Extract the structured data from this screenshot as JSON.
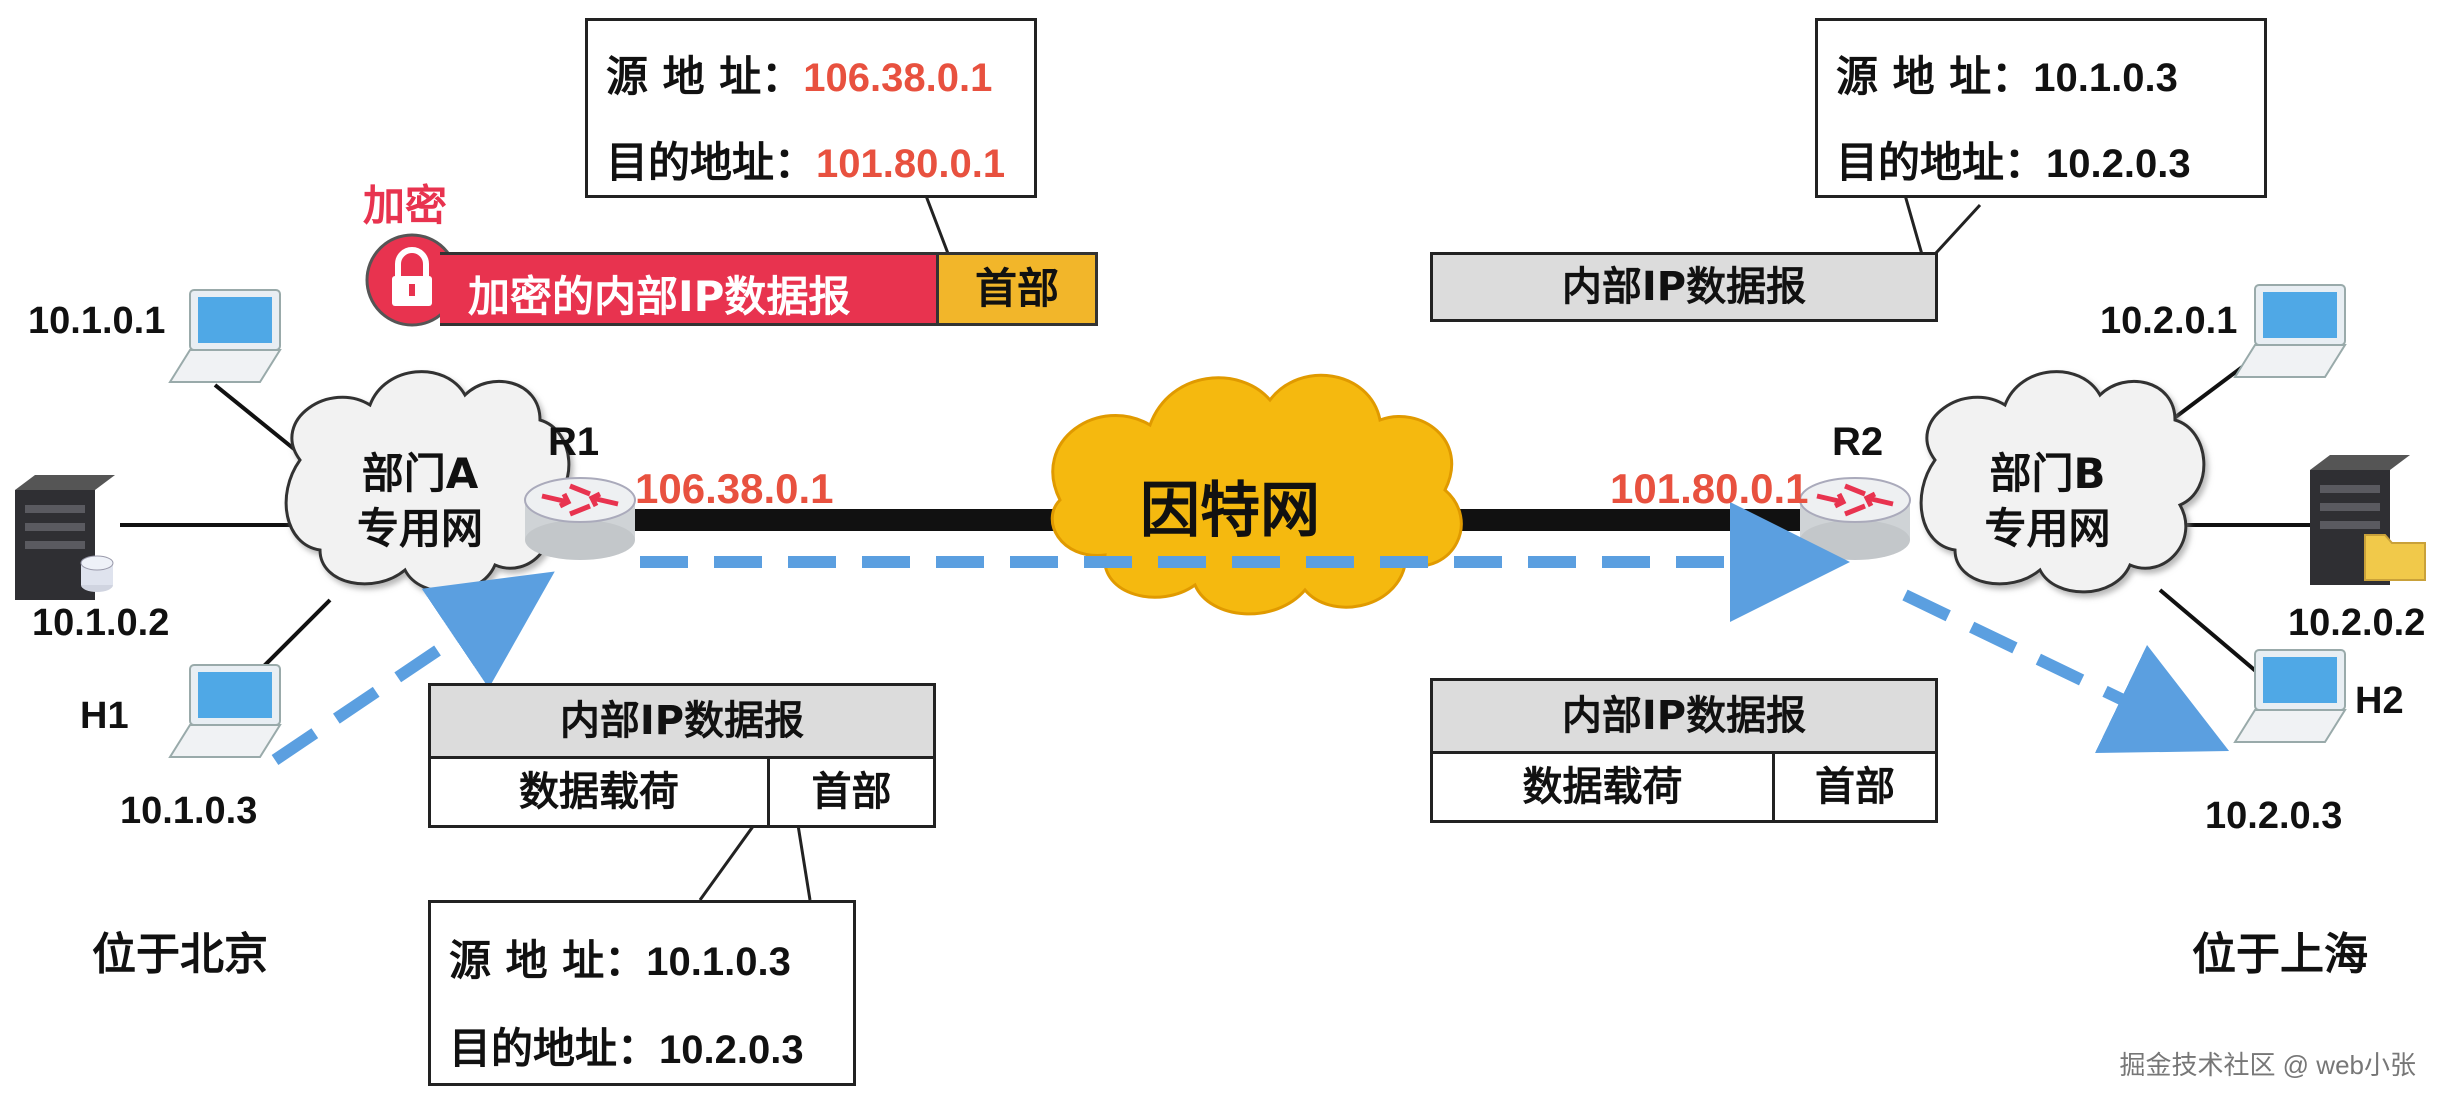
{
  "callouts": {
    "top_left": {
      "src_label": "源 地 址：",
      "src_value": "106.38.0.1",
      "dst_label": "目的地址：",
      "dst_value": "101.80.0.1"
    },
    "top_right": {
      "src_label": "源 地 址：",
      "src_value": "10.1.0.3",
      "dst_label": "目的地址：",
      "dst_value": "10.2.0.3"
    },
    "bottom_left": {
      "src_label": "源 地 址：",
      "src_value": "10.1.0.3",
      "dst_label": "目的地址：",
      "dst_value": "10.2.0.3"
    }
  },
  "encrypt": {
    "label": "加密",
    "packet_text": "加密的内部IP数据报",
    "header_text": "首部"
  },
  "packet_top_right": {
    "text": "内部IP数据报"
  },
  "packet_left": {
    "title": "内部IP数据报",
    "payload": "数据载荷",
    "header": "首部"
  },
  "packet_right": {
    "title": "内部IP数据报",
    "payload": "数据载荷",
    "header": "首部"
  },
  "network": {
    "cloud_a": [
      "部门A",
      "专用网"
    ],
    "cloud_b": [
      "部门B",
      "专用网"
    ],
    "internet": "因特网",
    "router1": {
      "name": "R1",
      "ip": "106.38.0.1"
    },
    "router2": {
      "name": "R2",
      "ip": "101.80.0.1"
    }
  },
  "hosts_left": {
    "h_top": "10.1.0.1",
    "server": "10.1.0.2",
    "h1_name": "H1",
    "h1_ip": "10.1.0.3"
  },
  "hosts_right": {
    "h_top": "10.2.0.1",
    "server": "10.2.0.2",
    "h2_name": "H2",
    "h2_ip": "10.2.0.3"
  },
  "locations": {
    "left": "位于北京",
    "right": "位于上海"
  },
  "watermark": "掘金技术社区 @ web小张",
  "colors": {
    "ip_red": "#e8513f",
    "encrypt_red": "#e8334f",
    "header_yellow": "#f2b62a",
    "cloud_gold": "#f5b90f",
    "arrow_blue": "#5b9fe0"
  }
}
